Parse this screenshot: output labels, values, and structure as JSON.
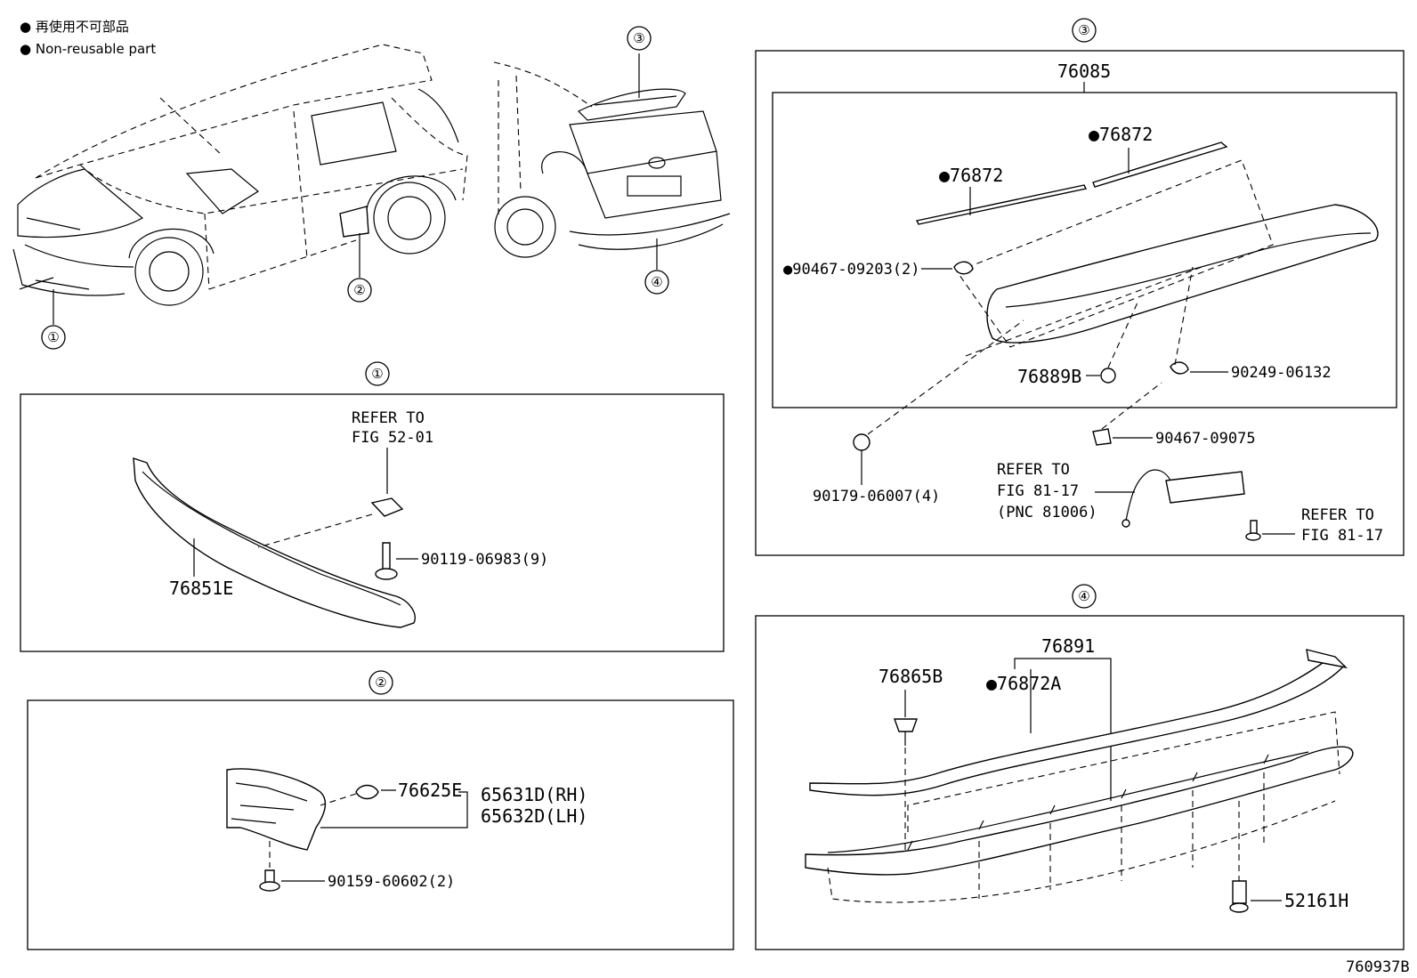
{
  "legend": {
    "line1": "● 再使用不可部品",
    "line2": "● Non-reusable part"
  },
  "callouts": {
    "c1": "①",
    "c2": "②",
    "c3": "③",
    "c4": "④"
  },
  "section1": {
    "title": "①",
    "refer_line1": "REFER TO",
    "refer_line2": "FIG 52-01",
    "bolt": "90119-06983(9)",
    "spoiler": "76851E"
  },
  "section2": {
    "title": "②",
    "clip": "76625E",
    "mudguard_rh": "65631D(RH)",
    "mudguard_lh": "65632D(LH)",
    "screw": "90159-60602(2)"
  },
  "section3": {
    "title": "③",
    "assembly": "76085",
    "tape_right": "●76872",
    "tape_left": "●76872",
    "clip_upper": "●90467-09203(2)",
    "grommet": "76889B",
    "nut": "90249-06132",
    "clip_lower": "90467-09075",
    "clip_left": "90179-06007(4)",
    "refer_a1": "REFER TO",
    "refer_a2": "FIG 81-17",
    "refer_a3": "(PNC 81006)",
    "refer_b1": "REFER TO",
    "refer_b2": "FIG 81-17"
  },
  "section4": {
    "title": "④",
    "assembly": "76891",
    "retainer": "76865B",
    "tape": "●76872A",
    "clip": "52161H"
  },
  "figure_id": "760937B"
}
